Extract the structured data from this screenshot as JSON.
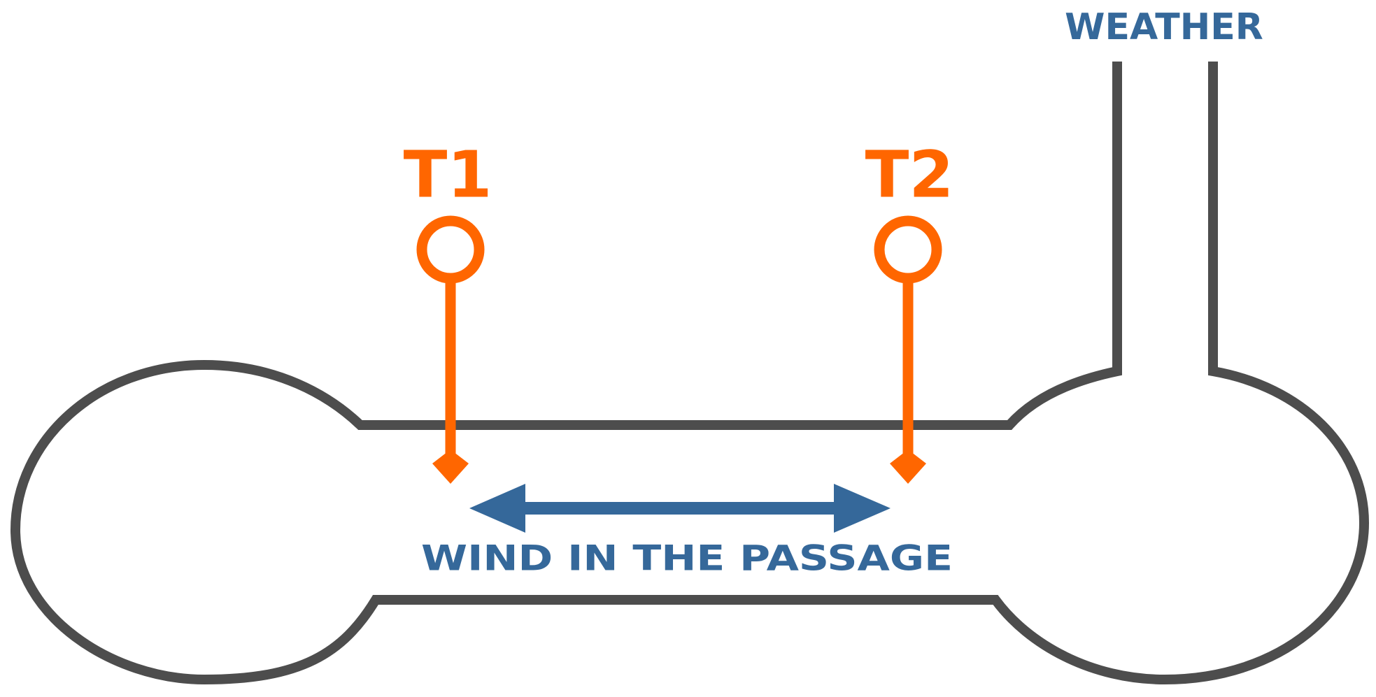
{
  "labels": {
    "weather": "WEATHER",
    "sensor_1": "T1",
    "sensor_2": "T2",
    "passage": "WIND IN THE PASSAGE"
  },
  "colors": {
    "cave_outline": "#4d4d4d",
    "sensor": "#ff6600",
    "accent_blue": "#35689a",
    "background": "#ffffff"
  }
}
